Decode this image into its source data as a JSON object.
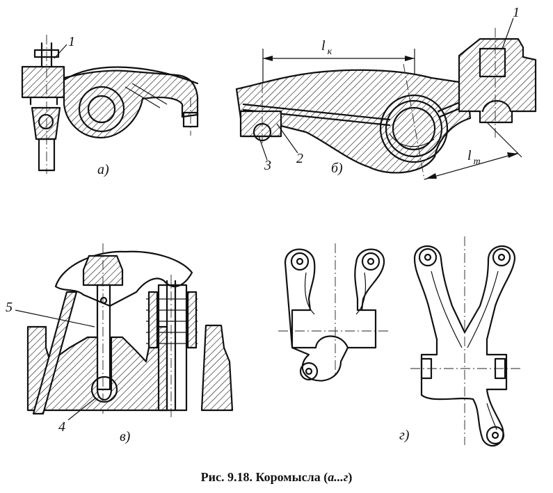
{
  "figure": {
    "labels": {
      "part_1_a": "1",
      "part_1_b": "1",
      "part_2": "2",
      "part_3": "3",
      "part_4": "4",
      "part_5": "5",
      "sub_a": "а)",
      "sub_b": "б)",
      "sub_v": "в)",
      "sub_g": "г)",
      "dim_lk": "l",
      "dim_lk_sub": "к",
      "dim_lt": "l",
      "dim_lt_sub": "т"
    },
    "caption": {
      "prefix": "Рис. 9.18. Коромысла (",
      "range": "а...г",
      "suffix": ")"
    }
  }
}
